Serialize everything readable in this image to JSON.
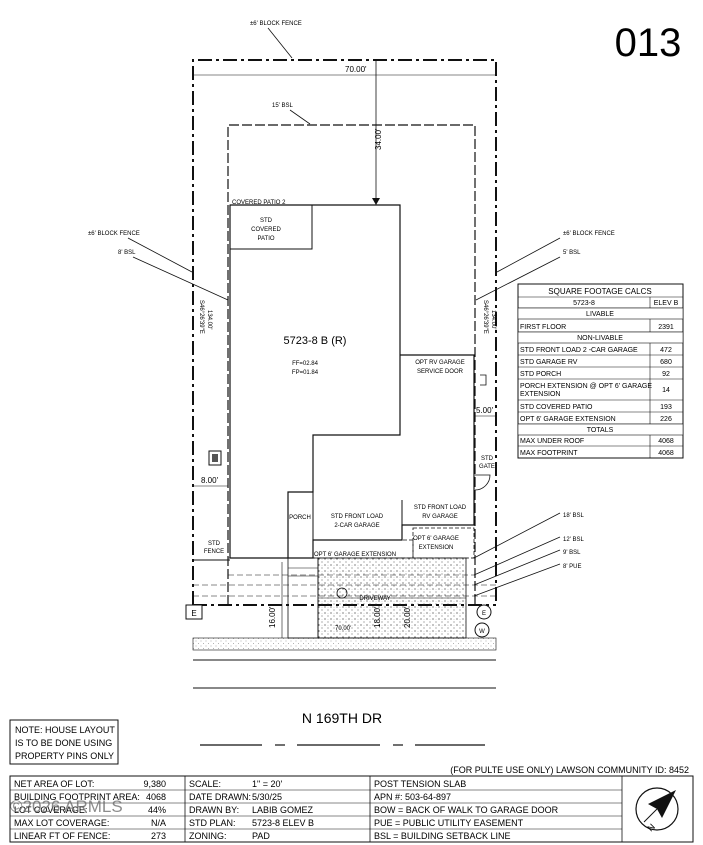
{
  "sheet_number": "013",
  "top": {
    "block_fence_label": "±6' BLOCK FENCE",
    "width_dim": "70.00'",
    "bsl_rear": "15' BSL",
    "rear_setback_dim": "34.00'",
    "covered_patio_2": "COVERED PATIO 2",
    "std_covered_patio": [
      "STD",
      "COVERED",
      "PATIO"
    ]
  },
  "left": {
    "block_fence_label": "±6' BLOCK FENCE",
    "bsl": "8' BSL",
    "bearing": "S46°26'39\"E",
    "length": "134.00'",
    "side_dim": "8.00'",
    "std_fence": [
      "STD",
      "FENCE"
    ],
    "e_marker": "E"
  },
  "right": {
    "block_fence_label": "±6' BLOCK FENCE",
    "bsl": "5' BSL",
    "bearing": "S46°26'39\"E",
    "length": "134.00'",
    "side_dim": "5.00'",
    "std_gate": [
      "STD",
      "GATE"
    ],
    "callouts": [
      "18' BSL",
      "12' BSL",
      "9' BSL",
      "8' PUE"
    ],
    "e_marker": "E",
    "w_marker": "W"
  },
  "house": {
    "plan": "5723-8 B (R)",
    "ff": "FF=02.84",
    "fp": "FP=01.84",
    "rv_door": [
      "OPT RV GARAGE",
      "SERVICE DOOR"
    ],
    "porch": "PORCH",
    "garage_2car": [
      "STD FRONT LOAD",
      "2-CAR GARAGE"
    ],
    "garage_rv": [
      "STD FRONT LOAD",
      "RV GARAGE"
    ],
    "garage_ext_1": "OPT 6' GARAGE EXTENSION",
    "garage_ext_2": [
      "OPT 6' GARAGE",
      "EXTENSION"
    ],
    "driveway": "DRIVEWAY",
    "dim_16": "16.00'",
    "dim_18": "18.00'",
    "dim_20": "20.00'",
    "dim_70": "70.00'"
  },
  "street": "N 169TH DR",
  "note": [
    "NOTE: HOUSE LAYOUT",
    "IS TO BE DONE USING",
    "PROPERTY PINS ONLY"
  ],
  "sqft": {
    "title": "SQUARE FOOTAGE CALCS",
    "col1": "5723-8",
    "col2": "ELEV B",
    "livable_header": "LIVABLE",
    "nonlivable_header": "NON-LIVABLE",
    "totals_header": "TOTALS",
    "livable": [
      {
        "label": "FIRST FLOOR",
        "value": "2391"
      }
    ],
    "nonlivable": [
      {
        "label": "STD FRONT LOAD 2 -CAR GARAGE",
        "value": "472"
      },
      {
        "label": "STD GARAGE RV",
        "value": "680"
      },
      {
        "label": "STD PORCH",
        "value": "92"
      },
      {
        "label": "PORCH EXTENSION @ OPT 6' GARAGE",
        "label2": "EXTENSION",
        "value": "14"
      },
      {
        "label": "STD COVERED PATIO",
        "value": "193"
      },
      {
        "label": "OPT 6' GARAGE EXTENSION",
        "value": "226"
      }
    ],
    "totals": [
      {
        "label": "MAX UNDER ROOF",
        "value": "4068"
      },
      {
        "label": "MAX FOOTPRINT",
        "value": "4068"
      }
    ]
  },
  "footer": {
    "pulte_line": "(FOR PULTE USE ONLY) LAWSON COMMUNITY ID: 8452",
    "rows": [
      {
        "l1": "NET AREA OF LOT:",
        "v1": "9,380",
        "l2": "SCALE:",
        "v2": "1\" = 20'",
        "r": "POST TENSION SLAB"
      },
      {
        "l1": "BUILDING FOOTPRINT AREA:",
        "v1": "4068",
        "l2": "DATE DRAWN:",
        "v2": "5/30/25",
        "r": "APN #:     503-64-897"
      },
      {
        "l1": "LOT COVERAGE:",
        "v1": "44%",
        "l2": "DRAWN BY:",
        "v2": "LABIB GOMEZ",
        "r": "BOW = BACK OF WALK TO GARAGE DOOR"
      },
      {
        "l1": "MAX LOT COVERAGE:",
        "v1": "N/A",
        "l2": "STD PLAN:",
        "v2": "5723-8 ELEV B",
        "r": "PUE = PUBLIC UTILITY EASEMENT"
      },
      {
        "l1": "LINEAR FT OF FENCE:",
        "v1": "273",
        "l2": "ZONING:",
        "v2": "PAD",
        "r": "BSL = BUILDING SETBACK LINE"
      }
    ],
    "watermark": "©2026 ARMLS",
    "north": "N"
  }
}
